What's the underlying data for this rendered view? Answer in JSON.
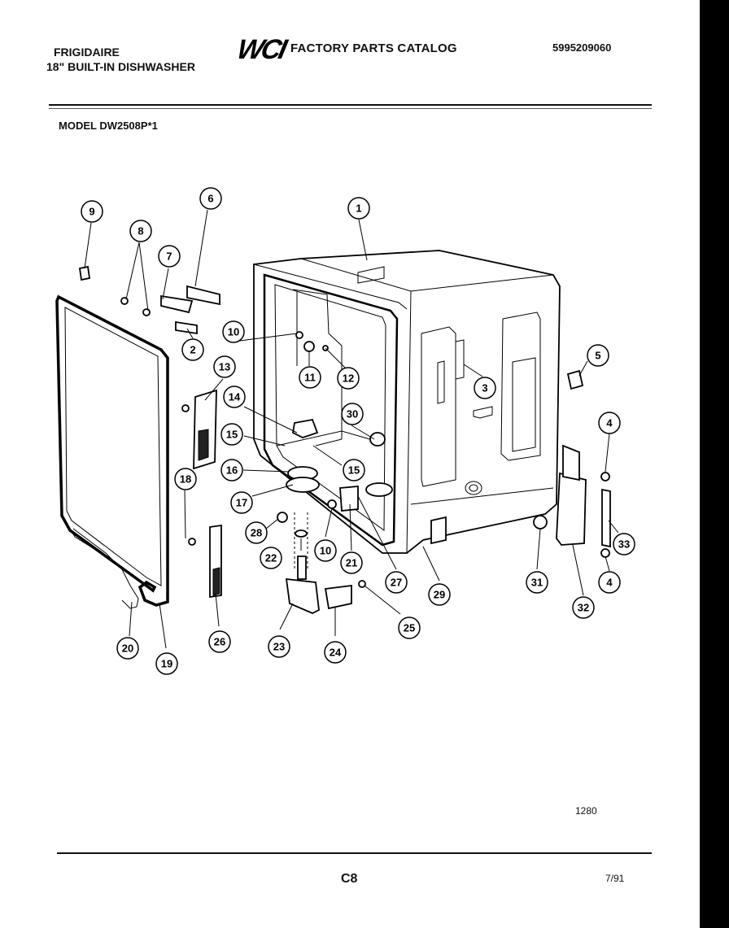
{
  "header": {
    "brand": "FRIGIDAIRE",
    "product": "18\" BUILT-IN DISHWASHER",
    "logo": "WCI",
    "catalog_title": "FACTORY PARTS CATALOG",
    "catalog_number": "5995209060",
    "model": "MODEL DW2508P*1"
  },
  "footer": {
    "drawing_code": "1280",
    "page": "C8",
    "date": "7/91"
  },
  "callouts": [
    "1",
    "2",
    "3",
    "4",
    "4",
    "5",
    "6",
    "7",
    "8",
    "9",
    "10",
    "10",
    "11",
    "12",
    "13",
    "14",
    "15",
    "15",
    "16",
    "17",
    "18",
    "19",
    "20",
    "21",
    "22",
    "23",
    "24",
    "25",
    "26",
    "27",
    "28",
    "29",
    "30",
    "31",
    "32",
    "33"
  ]
}
